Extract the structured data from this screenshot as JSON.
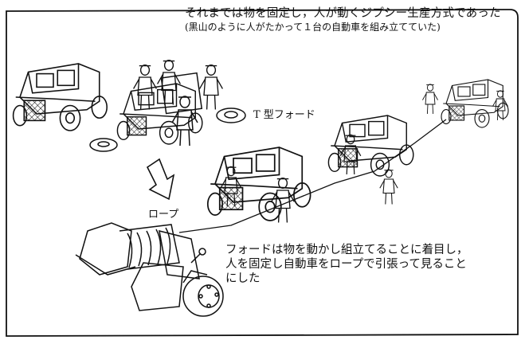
{
  "caption_top": {
    "line1": "それまでは物を固定し，人が動くジプシー生産方式であった",
    "line2": "(黒山のように人がたかって１台の自動車を組み立てていた)"
  },
  "label_model_t": "T 型フォード",
  "label_rope": "ロープ",
  "caption_bottom": {
    "lines": [
      "フォードは物を動かし組立てることに着目し，",
      "人を固定し自動車をロープで引張って見ること",
      "にした"
    ]
  }
}
